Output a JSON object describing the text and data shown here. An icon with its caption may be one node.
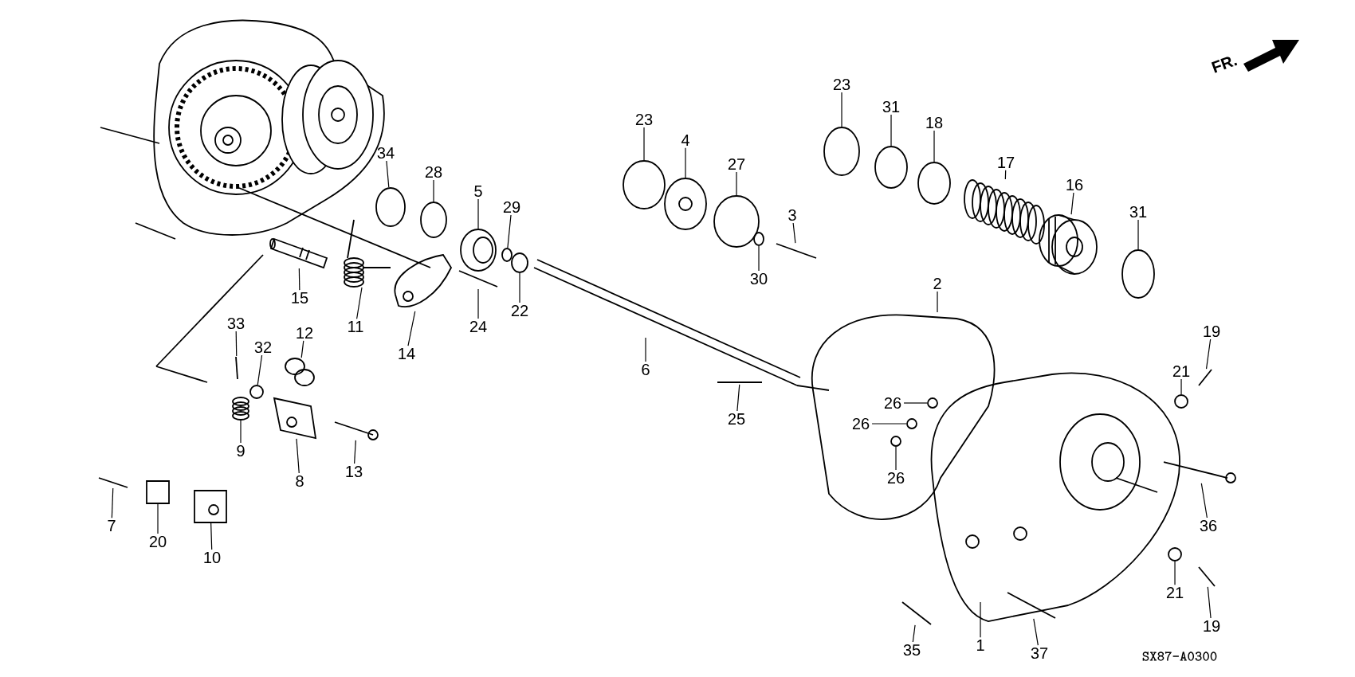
{
  "diagram": {
    "nodes": [
      {
        "text": [
          "34"
        ]
      },
      {
        "text": [
          "28"
        ]
      },
      {
        "text": [
          "5"
        ]
      },
      {
        "text": [
          "29"
        ]
      },
      {
        "text": [
          "22"
        ]
      },
      {
        "text": [
          "24"
        ]
      },
      {
        "text": [
          "14"
        ]
      },
      {
        "text": [
          "11"
        ]
      },
      {
        "text": [
          "15"
        ]
      },
      {
        "text": [
          "33"
        ]
      },
      {
        "text": [
          "32"
        ]
      },
      {
        "text": [
          "12"
        ]
      },
      {
        "text": [
          "9"
        ]
      },
      {
        "text": [
          "8"
        ]
      },
      {
        "text": [
          "13"
        ]
      },
      {
        "text": [
          "7"
        ]
      },
      {
        "text": [
          "20"
        ]
      },
      {
        "text": [
          "10"
        ]
      },
      {
        "text": [
          "6"
        ]
      },
      {
        "text": [
          "23"
        ]
      },
      {
        "text": [
          "4"
        ]
      },
      {
        "text": [
          "27"
        ]
      },
      {
        "text": [
          "3"
        ]
      },
      {
        "text": [
          "30"
        ]
      },
      {
        "text": [
          "25"
        ]
      },
      {
        "text": [
          "23"
        ]
      },
      {
        "text": [
          "31"
        ]
      },
      {
        "text": [
          "18"
        ]
      },
      {
        "text": [
          "17"
        ]
      },
      {
        "text": [
          "16"
        ]
      },
      {
        "text": [
          "31"
        ]
      },
      {
        "text": [
          "2"
        ]
      },
      {
        "text": [
          "26"
        ]
      },
      {
        "text": [
          "26"
        ]
      },
      {
        "text": [
          "26"
        ]
      },
      {
        "text": [
          "19"
        ]
      },
      {
        "text": [
          "21"
        ]
      },
      {
        "text": [
          "36"
        ]
      },
      {
        "text": [
          "21"
        ]
      },
      {
        "text": [
          "19"
        ]
      },
      {
        "text": [
          "35"
        ]
      },
      {
        "text": [
          "1"
        ]
      },
      {
        "text": [
          "37"
        ]
      },
      {
        "text": [],
        "shape": "circle"
      },
      {
        "text": [],
        "shape": "circle"
      },
      {
        "text": [],
        "shape": "circle"
      },
      {
        "text": [],
        "shape": "circle"
      },
      {
        "text": [],
        "shape": "circle"
      },
      {
        "text": [],
        "shape": "picture"
      },
      {
        "text": [],
        "shape": "picture"
      },
      {
        "text": [],
        "shape": "picture"
      },
      {
        "text": [],
        "shape": "picture"
      },
      {
        "text": [],
        "shape": "picture"
      },
      {
        "text": [],
        "shape": "circle"
      },
      {
        "text": [],
        "shape": "picture"
      },
      {
        "text": [],
        "shape": "picture"
      },
      {
        "text": [],
        "shape": "picture"
      },
      {
        "text": [],
        "shape": "picture"
      },
      {
        "text": [],
        "shape": "picture"
      },
      {
        "text": [],
        "shape": "box"
      },
      {
        "text": [],
        "shape": "box"
      },
      {
        "text": [],
        "shape": "circle"
      },
      {
        "text": [],
        "shape": "circle"
      },
      {
        "text": [],
        "shape": "circle"
      },
      {
        "text": [],
        "shape": "picture"
      },
      {
        "text": [],
        "shape": "circle"
      },
      {
        "text": [],
        "shape": "picture"
      },
      {
        "text": [],
        "shape": "circle"
      },
      {
        "text": [],
        "shape": "circle"
      },
      {
        "text": [],
        "shape": "circle"
      },
      {
        "text": [],
        "shape": "picture"
      },
      {
        "text": [],
        "shape": "picture"
      },
      {
        "text": [],
        "shape": "circle"
      },
      {
        "text": [],
        "shape": "circle"
      },
      {
        "text": [],
        "shape": "circle"
      },
      {
        "text": [],
        "shape": "circle"
      },
      {
        "text": [],
        "shape": "picture"
      },
      {
        "text": [],
        "shape": "circle"
      },
      {
        "text": [],
        "shape": "picture"
      },
      {
        "text": [],
        "shape": "circle"
      },
      {
        "text": [],
        "shape": "picture"
      },
      {
        "text": [],
        "shape": "picture"
      },
      {
        "text": [],
        "shape": "picture"
      }
    ],
    "edges": [
      {
        "from": 0,
        "to": 43,
        "arrow": "none"
      },
      {
        "from": 1,
        "to": 44,
        "arrow": "none"
      },
      {
        "from": 2,
        "to": 45,
        "arrow": "none"
      },
      {
        "from": 3,
        "to": 46,
        "arrow": "none"
      },
      {
        "from": 4,
        "to": 47,
        "arrow": "none"
      },
      {
        "from": 5,
        "to": 48,
        "arrow": "none"
      },
      {
        "from": 6,
        "to": 49,
        "arrow": "none"
      },
      {
        "from": 7,
        "to": 50,
        "arrow": "none"
      },
      {
        "from": 8,
        "to": 51,
        "arrow": "none"
      },
      {
        "from": 9,
        "to": 52,
        "arrow": "none"
      },
      {
        "from": 10,
        "to": 53,
        "arrow": "none"
      },
      {
        "from": 11,
        "to": 54,
        "arrow": "none"
      },
      {
        "from": 12,
        "to": 55,
        "arrow": "none"
      },
      {
        "from": 13,
        "to": 56,
        "arrow": "none"
      },
      {
        "from": 14,
        "to": 57,
        "arrow": "none"
      },
      {
        "from": 15,
        "to": 58,
        "arrow": "none"
      },
      {
        "from": 16,
        "to": 59,
        "arrow": "none"
      },
      {
        "from": 17,
        "to": 60,
        "arrow": "none"
      },
      {
        "from": 18,
        "to": null,
        "arrow": "none"
      },
      {
        "from": 19,
        "to": 61,
        "arrow": "none"
      },
      {
        "from": 20,
        "to": 62,
        "arrow": "none"
      },
      {
        "from": 21,
        "to": 63,
        "arrow": "none"
      },
      {
        "from": 22,
        "to": 64,
        "arrow": "none"
      },
      {
        "from": 23,
        "to": 65,
        "arrow": "none"
      },
      {
        "from": 24,
        "to": 66,
        "arrow": "none"
      },
      {
        "from": 25,
        "to": 67,
        "arrow": "none"
      },
      {
        "from": 26,
        "to": 68,
        "arrow": "none"
      },
      {
        "from": 27,
        "to": 69,
        "arrow": "none"
      },
      {
        "from": 28,
        "to": 70,
        "arrow": "none"
      },
      {
        "from": 29,
        "to": 71,
        "arrow": "none"
      },
      {
        "from": 30,
        "to": 72,
        "arrow": "none"
      },
      {
        "from": 31,
        "to": null,
        "arrow": "none"
      },
      {
        "from": 32,
        "to": 73,
        "arrow": "none"
      },
      {
        "from": 33,
        "to": 74,
        "arrow": "none"
      },
      {
        "from": 34,
        "to": 75,
        "arrow": "none"
      },
      {
        "from": 35,
        "to": 76,
        "arrow": "none"
      },
      {
        "from": 36,
        "to": 77,
        "arrow": "none"
      },
      {
        "from": 37,
        "to": 78,
        "arrow": "none"
      },
      {
        "from": 38,
        "to": 79,
        "arrow": "none"
      },
      {
        "from": 39,
        "to": 80,
        "arrow": "none"
      },
      {
        "from": 40,
        "to": 81,
        "arrow": "none"
      },
      {
        "from": 41,
        "to": null,
        "arrow": "none"
      },
      {
        "from": 42,
        "to": 82,
        "arrow": "none"
      }
    ],
    "labels": [
      "FR.",
      "SX87-A0300"
    ]
  }
}
